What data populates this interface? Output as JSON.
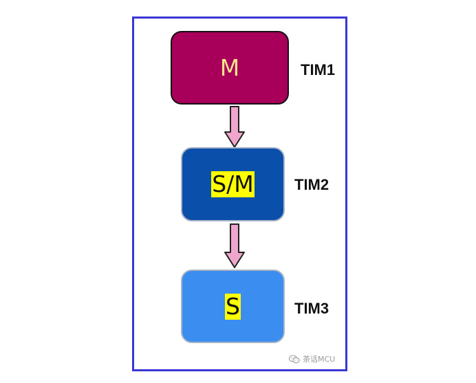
{
  "diagram": {
    "nodes": [
      {
        "id": "m",
        "role": "M",
        "timer": "TIM1"
      },
      {
        "id": "sm",
        "role": "S/M",
        "timer": "TIM2"
      },
      {
        "id": "s",
        "role": "S",
        "timer": "TIM3"
      }
    ],
    "edges": [
      {
        "from": "m",
        "to": "sm"
      },
      {
        "from": "sm",
        "to": "s"
      }
    ]
  },
  "colors": {
    "frame_border": "#3a36d6",
    "master_fill": "#a8005a",
    "master_text": "#f6e58a",
    "slave_master_fill": "#0a4faa",
    "slave_fill": "#3b8df0",
    "highlight": "#ffff00",
    "arrow_fill": "#f0a6cc",
    "arrow_stroke": "#222222"
  },
  "watermark": {
    "icon": "wechat-icon",
    "text": "茶话MCU"
  }
}
